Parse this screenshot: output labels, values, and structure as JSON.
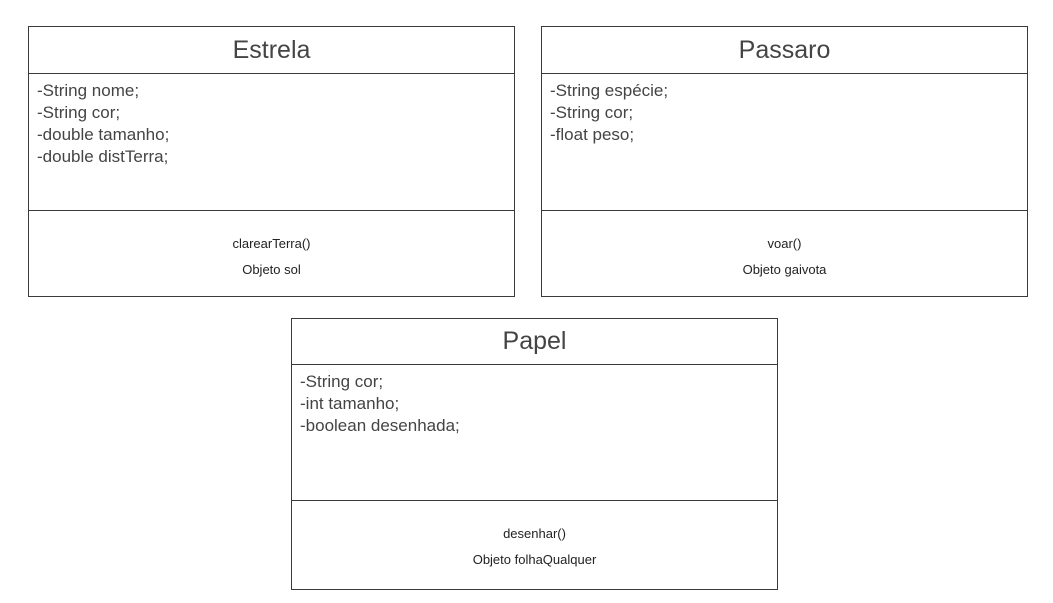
{
  "classes": [
    {
      "name": "Estrela",
      "attributes": [
        "-String nome;",
        "-String cor;",
        "-double tamanho;",
        "-double distTerra;"
      ],
      "methods": [
        "clarearTerra()",
        "Objeto sol"
      ]
    },
    {
      "name": "Passaro",
      "attributes": [
        "-String espécie;",
        "-String cor;",
        "-float peso;"
      ],
      "methods": [
        "voar()",
        "Objeto gaivota"
      ]
    },
    {
      "name": "Papel",
      "attributes": [
        "-String cor;",
        "-int tamanho;",
        "-boolean desenhada;"
      ],
      "methods": [
        "desenhar()",
        "Objeto folhaQualquer"
      ]
    }
  ]
}
